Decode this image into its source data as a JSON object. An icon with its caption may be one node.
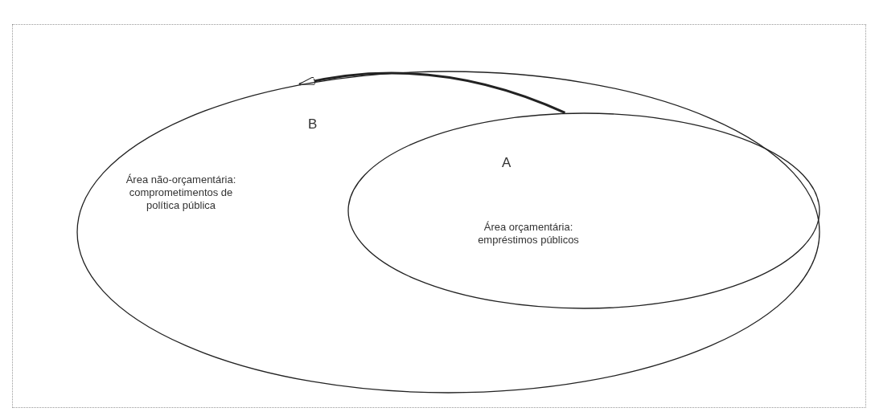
{
  "diagram": {
    "nodes": [
      {
        "text": [
          "Área não-orçamentária: comprometimentos de política pública"
        ]
      },
      {
        "text": [
          "Área orçamentária: empréstimos públicos"
        ],
        "in": 0
      }
    ],
    "edges": [
      {
        "from": 1,
        "to": 0,
        "arrow": "to"
      }
    ],
    "labels": [
      "B",
      "A"
    ]
  }
}
